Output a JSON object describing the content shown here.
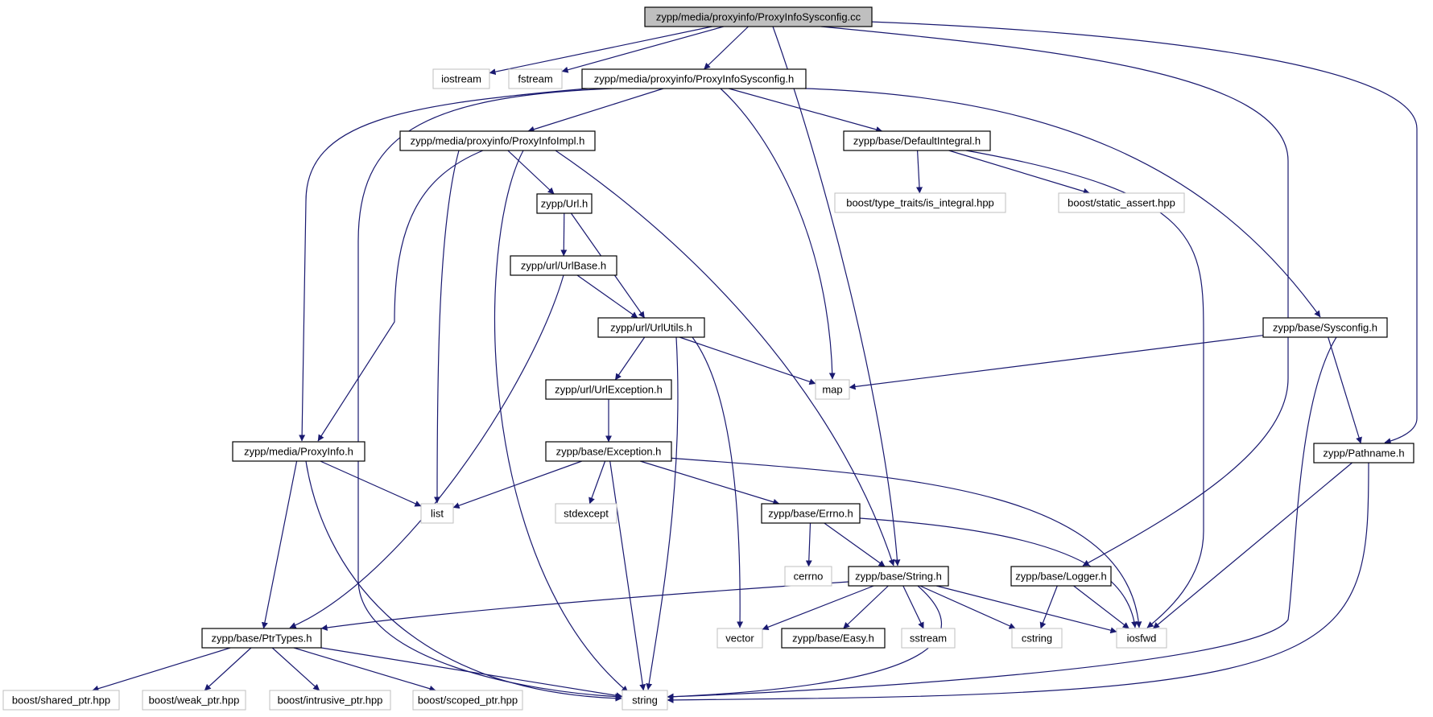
{
  "graph": {
    "colors": {
      "edge": "#191970",
      "root_fill": "#bfbfbf",
      "external_border": "#bfbfbf",
      "internal_border": "#000000"
    },
    "nodes": [
      {
        "id": "root",
        "label": "zypp/media/proxyinfo/ProxyInfoSysconfig.cc",
        "kind": "root"
      },
      {
        "id": "iostream",
        "label": "iostream",
        "kind": "external"
      },
      {
        "id": "fstream",
        "label": "fstream",
        "kind": "external"
      },
      {
        "id": "pisc_h",
        "label": "zypp/media/proxyinfo/ProxyInfoSysconfig.h",
        "kind": "internal"
      },
      {
        "id": "piimpl",
        "label": "zypp/media/proxyinfo/ProxyInfoImpl.h",
        "kind": "internal"
      },
      {
        "id": "defint",
        "label": "zypp/base/DefaultIntegral.h",
        "kind": "internal"
      },
      {
        "id": "is_integral",
        "label": "boost/type_traits/is_integral.hpp",
        "kind": "external"
      },
      {
        "id": "static_assert",
        "label": "boost/static_assert.hpp",
        "kind": "external"
      },
      {
        "id": "url",
        "label": "zypp/Url.h",
        "kind": "internal"
      },
      {
        "id": "urlbase",
        "label": "zypp/url/UrlBase.h",
        "kind": "internal"
      },
      {
        "id": "urlutils",
        "label": "zypp/url/UrlUtils.h",
        "kind": "internal"
      },
      {
        "id": "sysconfig",
        "label": "zypp/base/Sysconfig.h",
        "kind": "internal"
      },
      {
        "id": "urlexc",
        "label": "zypp/url/UrlException.h",
        "kind": "internal"
      },
      {
        "id": "map",
        "label": "map",
        "kind": "external"
      },
      {
        "id": "proxyinfo",
        "label": "zypp/media/ProxyInfo.h",
        "kind": "internal"
      },
      {
        "id": "exception",
        "label": "zypp/base/Exception.h",
        "kind": "internal"
      },
      {
        "id": "pathname",
        "label": "zypp/Pathname.h",
        "kind": "internal"
      },
      {
        "id": "list",
        "label": "list",
        "kind": "external"
      },
      {
        "id": "stdexcept",
        "label": "stdexcept",
        "kind": "external"
      },
      {
        "id": "errno",
        "label": "zypp/base/Errno.h",
        "kind": "internal"
      },
      {
        "id": "cerrno",
        "label": "cerrno",
        "kind": "external"
      },
      {
        "id": "string_h",
        "label": "zypp/base/String.h",
        "kind": "internal"
      },
      {
        "id": "logger",
        "label": "zypp/base/Logger.h",
        "kind": "internal"
      },
      {
        "id": "ptrtypes",
        "label": "zypp/base/PtrTypes.h",
        "kind": "internal"
      },
      {
        "id": "vector",
        "label": "vector",
        "kind": "external"
      },
      {
        "id": "easy",
        "label": "zypp/base/Easy.h",
        "kind": "internal"
      },
      {
        "id": "sstream",
        "label": "sstream",
        "kind": "external"
      },
      {
        "id": "cstring",
        "label": "cstring",
        "kind": "external"
      },
      {
        "id": "iosfwd",
        "label": "iosfwd",
        "kind": "external"
      },
      {
        "id": "shared_ptr",
        "label": "boost/shared_ptr.hpp",
        "kind": "external"
      },
      {
        "id": "weak_ptr",
        "label": "boost/weak_ptr.hpp",
        "kind": "external"
      },
      {
        "id": "intrusive_ptr",
        "label": "boost/intrusive_ptr.hpp",
        "kind": "external"
      },
      {
        "id": "scoped_ptr",
        "label": "boost/scoped_ptr.hpp",
        "kind": "external"
      },
      {
        "id": "string",
        "label": "string",
        "kind": "external"
      }
    ],
    "edges": [
      [
        "root",
        "iostream"
      ],
      [
        "root",
        "fstream"
      ],
      [
        "root",
        "pisc_h"
      ],
      [
        "root",
        "string_h"
      ],
      [
        "root",
        "logger"
      ],
      [
        "root",
        "pathname"
      ],
      [
        "pisc_h",
        "piimpl"
      ],
      [
        "pisc_h",
        "defint"
      ],
      [
        "pisc_h",
        "sysconfig"
      ],
      [
        "pisc_h",
        "map"
      ],
      [
        "pisc_h",
        "string"
      ],
      [
        "pisc_h",
        "proxyinfo"
      ],
      [
        "piimpl",
        "url"
      ],
      [
        "piimpl",
        "proxyinfo"
      ],
      [
        "piimpl",
        "list"
      ],
      [
        "piimpl",
        "string"
      ],
      [
        "piimpl",
        "string_h"
      ],
      [
        "defint",
        "is_integral"
      ],
      [
        "defint",
        "static_assert"
      ],
      [
        "defint",
        "iosfwd"
      ],
      [
        "url",
        "urlbase"
      ],
      [
        "url",
        "urlutils"
      ],
      [
        "urlbase",
        "urlutils"
      ],
      [
        "urlbase",
        "ptrtypes"
      ],
      [
        "urlutils",
        "urlexc"
      ],
      [
        "urlutils",
        "map"
      ],
      [
        "urlutils",
        "vector"
      ],
      [
        "urlutils",
        "string"
      ],
      [
        "sysconfig",
        "map"
      ],
      [
        "sysconfig",
        "pathname"
      ],
      [
        "sysconfig",
        "string"
      ],
      [
        "urlexc",
        "exception"
      ],
      [
        "proxyinfo",
        "list"
      ],
      [
        "proxyinfo",
        "ptrtypes"
      ],
      [
        "proxyinfo",
        "string"
      ],
      [
        "exception",
        "list"
      ],
      [
        "exception",
        "stdexcept"
      ],
      [
        "exception",
        "errno"
      ],
      [
        "exception",
        "string"
      ],
      [
        "exception",
        "iosfwd"
      ],
      [
        "pathname",
        "iosfwd"
      ],
      [
        "pathname",
        "string"
      ],
      [
        "errno",
        "cerrno"
      ],
      [
        "errno",
        "string_h"
      ],
      [
        "errno",
        "iosfwd"
      ],
      [
        "string_h",
        "ptrtypes"
      ],
      [
        "string_h",
        "vector"
      ],
      [
        "string_h",
        "easy"
      ],
      [
        "string_h",
        "sstream"
      ],
      [
        "string_h",
        "cstring"
      ],
      [
        "string_h",
        "iosfwd"
      ],
      [
        "string_h",
        "string"
      ],
      [
        "logger",
        "cstring"
      ],
      [
        "logger",
        "iosfwd"
      ],
      [
        "ptrtypes",
        "shared_ptr"
      ],
      [
        "ptrtypes",
        "weak_ptr"
      ],
      [
        "ptrtypes",
        "intrusive_ptr"
      ],
      [
        "ptrtypes",
        "scoped_ptr"
      ],
      [
        "ptrtypes",
        "string"
      ]
    ]
  }
}
